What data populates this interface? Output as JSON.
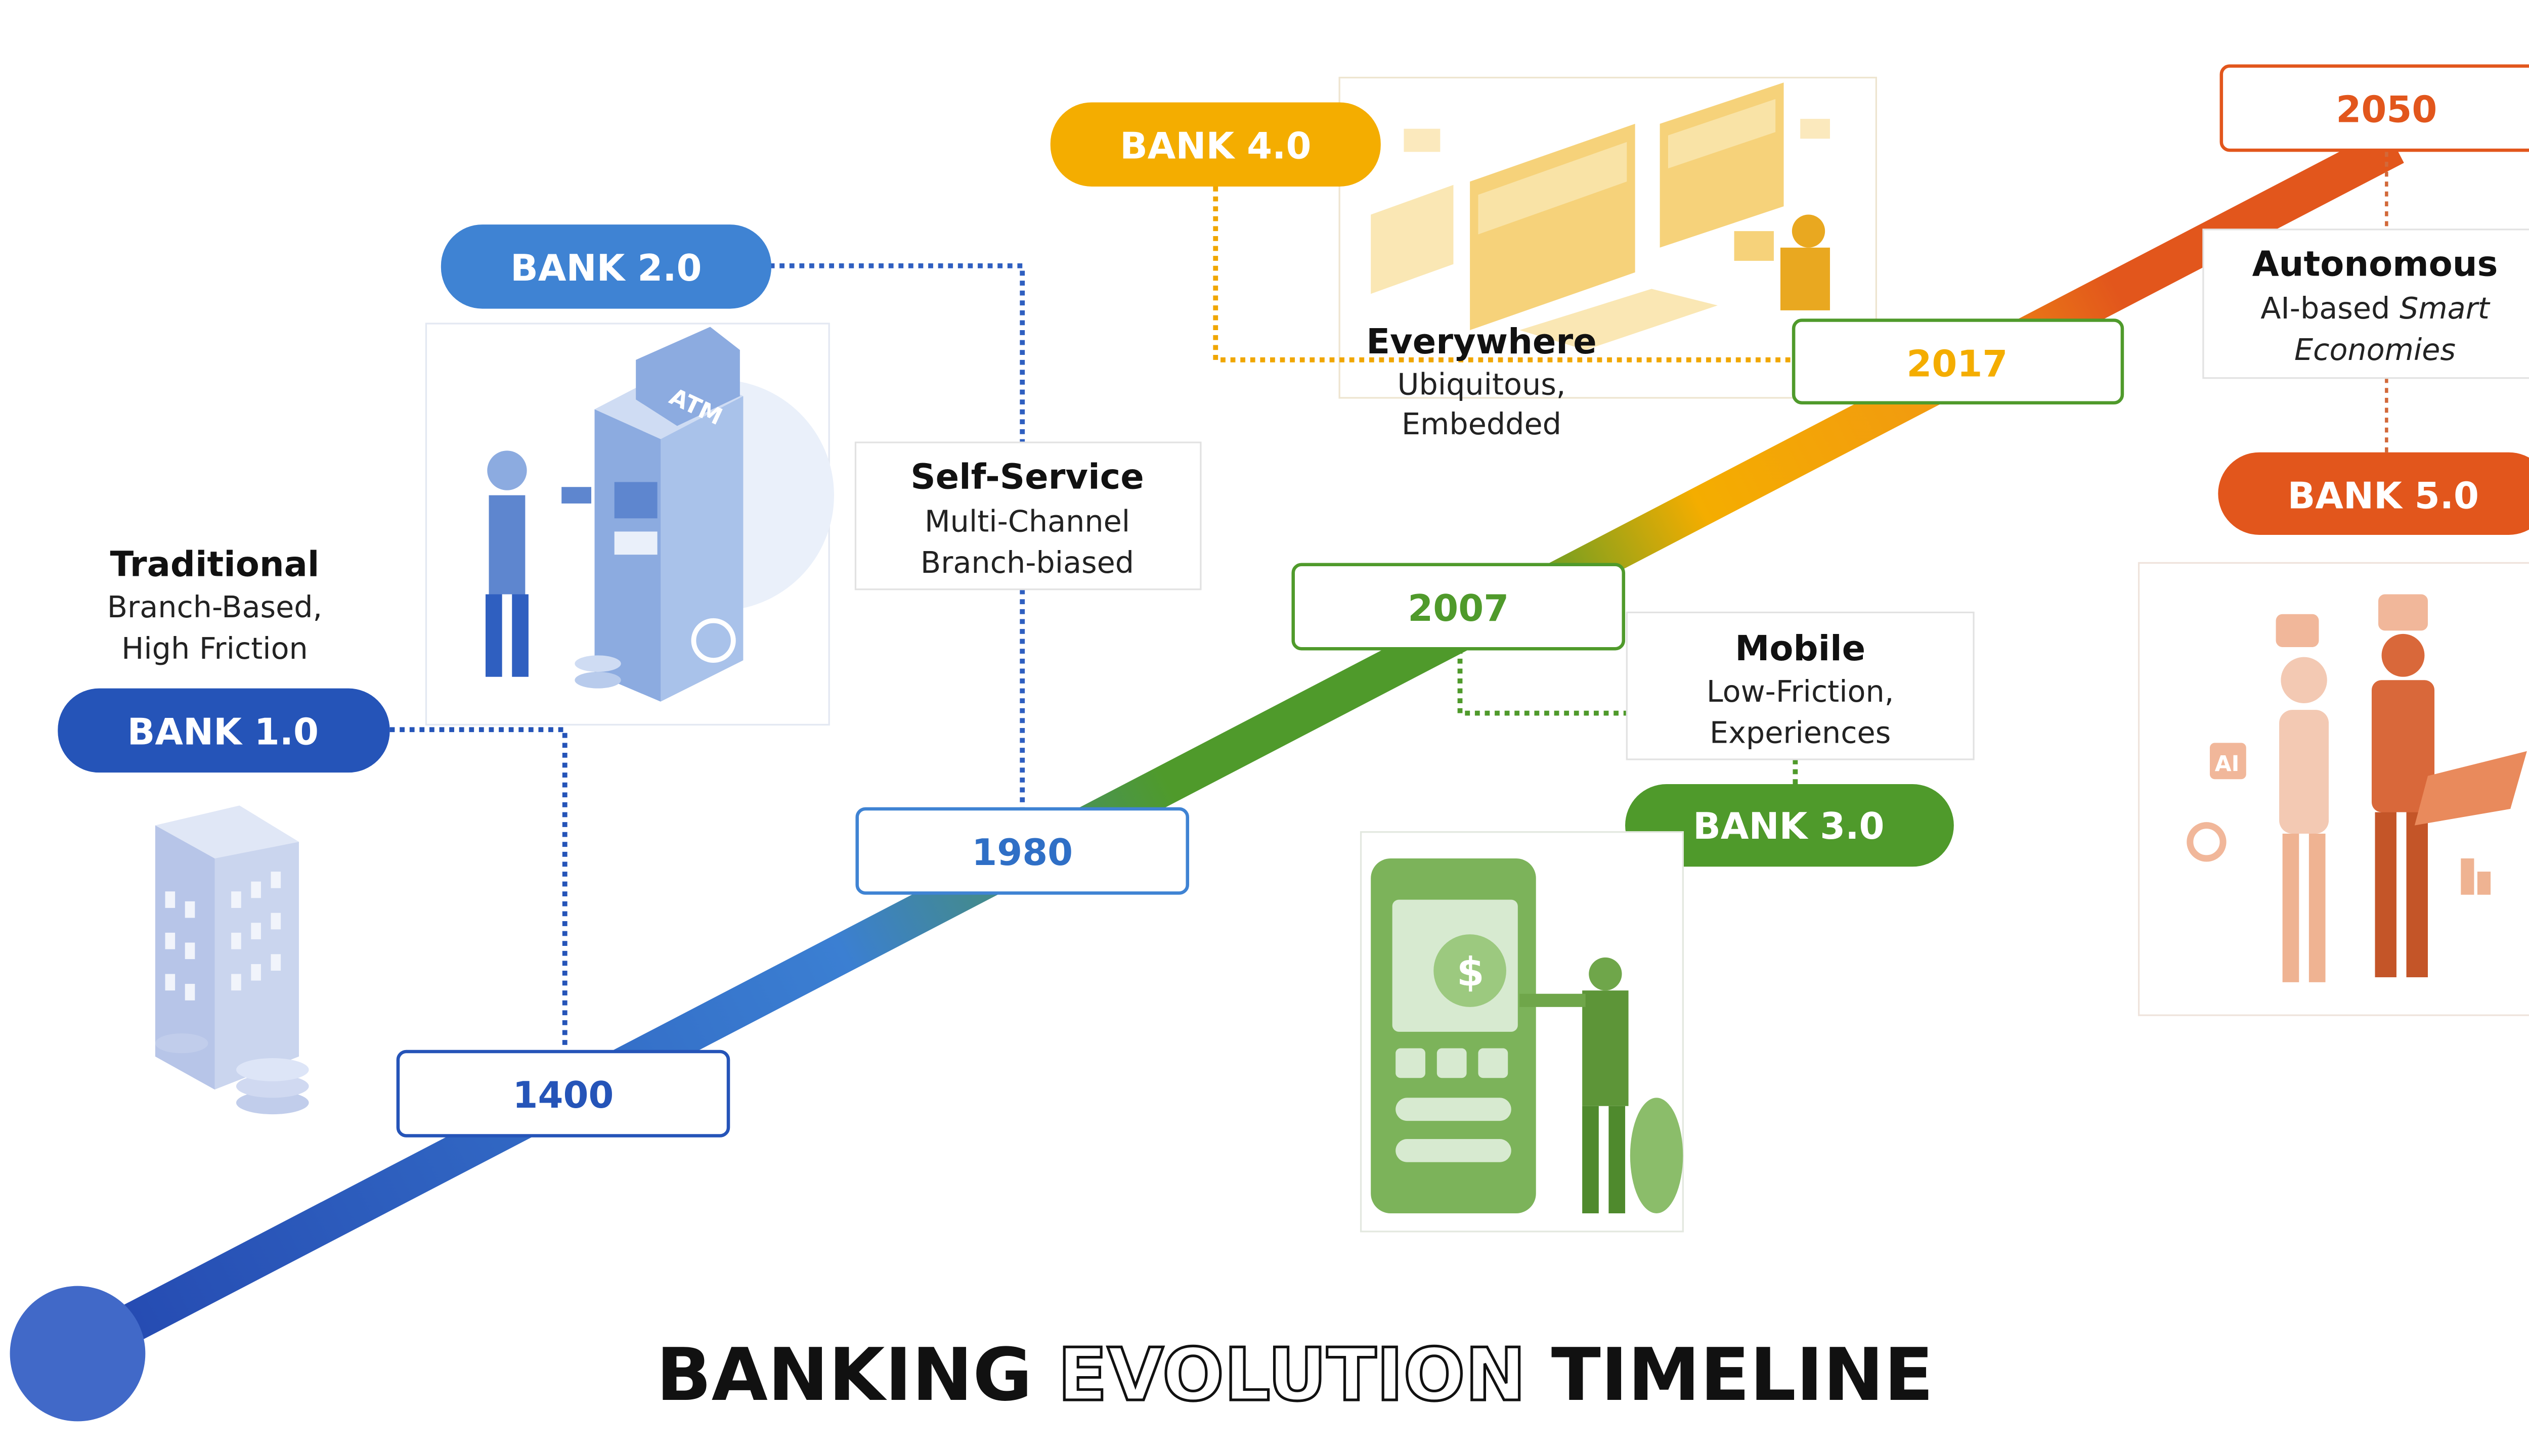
{
  "title": {
    "part1": "BANKING",
    "part2": "EVOLUTION",
    "part3": "TIMELINE"
  },
  "colors": {
    "bank1": "#2554b8",
    "bank2": "#3f83d3",
    "bank3": "#4f9a2b",
    "bank4": "#f4ad00",
    "bank5": "#e2561c",
    "start_dot": "#4169c8"
  },
  "stages": [
    {
      "id": "bank1",
      "badge": "BANK 1.0",
      "year": "1400",
      "caption_title": "Traditional",
      "caption_lines": [
        "Branch-Based,",
        "High Friction"
      ],
      "illustration": "bank-building-icon"
    },
    {
      "id": "bank2",
      "badge": "BANK 2.0",
      "year": "1980",
      "caption_title": "Self-Service",
      "caption_lines": [
        "Multi-Channel",
        "Branch-biased"
      ],
      "illustration": "atm-machine-icon",
      "illustration_label": "ATM"
    },
    {
      "id": "bank3",
      "badge": "BANK 3.0",
      "year": "2007",
      "caption_title": "Mobile",
      "caption_lines": [
        "Low-Friction,",
        "Experiences"
      ],
      "illustration": "mobile-banking-icon"
    },
    {
      "id": "bank4",
      "badge": "BANK 4.0",
      "year": "2017",
      "caption_title": "Everywhere",
      "caption_lines": [
        "Ubiquitous,",
        "Embedded"
      ],
      "illustration": "embedded-devices-icon"
    },
    {
      "id": "bank5",
      "badge": "BANK 5.0",
      "year": "2050",
      "caption_title": "Autonomous",
      "caption_lines": [
        "AI-based",
        "Smart",
        "Economies"
      ],
      "illustration": "ai-robot-icon",
      "illustration_label": "AI"
    }
  ]
}
